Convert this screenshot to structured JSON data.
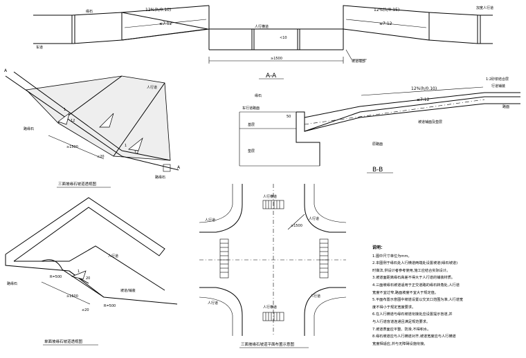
{
  "section_aa": {
    "title": "A-A",
    "slope_left": "12%(h/0.10)",
    "slope_right": "12%(h/0.15)",
    "slope_left_2": "≤7:12",
    "slope_right_2": "≤7:12",
    "curb_top_label": "缘石",
    "road_label": "车道",
    "crossing_label": "人行横道",
    "curb_face_label": "<10",
    "right_top_label": "加宽人行道",
    "bottom_right_label": "坡道端部",
    "width_dim": "≥1500"
  },
  "section_bb": {
    "title": "B-B",
    "slope_top": "12%(h/0.10)",
    "slope_2": "≤7:12",
    "curb_label": "缘石",
    "road_label": "车行道路面",
    "base_label": "基层",
    "subbase_label": "垫层",
    "right_label_1": "1:2砂浆结合层",
    "right_label_2": "行道铺装",
    "right_label_3": "路面",
    "ramp_label": "坡道铺面及垫层",
    "ramp_label_2": "原路面",
    "small_dim": "50"
  },
  "view_three_side": {
    "caption": "三面坡缘石坡道透视图",
    "label_a_top": "A",
    "label_a_right": "A",
    "label_sidewalk": "人行道",
    "label_curb": "路缘石",
    "label_curb_2": "路缘石",
    "dim_width": "≥1500",
    "dim_small": "≤20",
    "ratio_1": "1",
    "ratio_12": "12",
    "ratio_1b": "1",
    "ratio_12b": "12"
  },
  "view_single_side": {
    "caption": "单面坡缘石坡道透视图",
    "label_sidewalk": "人行道",
    "label_curb": "路缘石",
    "label_r1": "R=500",
    "label_r2": "R=500",
    "label_ratio_1": "1",
    "label_ratio_20": "20",
    "label_ramp_sign": "坡道/铺装",
    "dim_width": "≥1500",
    "dim_small": "≤20"
  },
  "plan_view": {
    "caption": "三面坡缘石坡道平面布置示意图",
    "label_top": "人行横道",
    "label_left": "人行道",
    "label_right": "人行道",
    "label_left_bottom": "人行道",
    "label_right_bottom": "人行道",
    "label_bottom": "人行横道",
    "dim_diag": "≥1500"
  },
  "notes": {
    "title": "说明：",
    "items": [
      "1.图中尺寸单位为mm。",
      "2.本图例于缘石处人行横道两端处设置坡道(缘石坡道)",
      "  时做法,供设计者参考使用,施工应结合实际设计。",
      "3.坡道面距离缘石高差不得大于人行道的铺装材质。",
      "4.三面坡缘石坡道适用于正交道路的缘石转角处,人行道",
      "  宽度不宜过窄,路面坡度不宜大于规定值。",
      "5.平面布置示意图中坡道设置以交叉口范围为准,人行道宽",
      "  度不得小于规定宽度要求。",
      "6.在人行横道与缘石坡道衔接处应设置提示盲道,并",
      "  与人行道盲道连通且满足规范要求。",
      "7.坡道表面应平整、防滑,不得积水。",
      "8.缘石坡道应与人行横道对齐,坡道宽度应与人行横道",
      "  宽度相适应,并与无障碍设施衔接。"
    ]
  }
}
